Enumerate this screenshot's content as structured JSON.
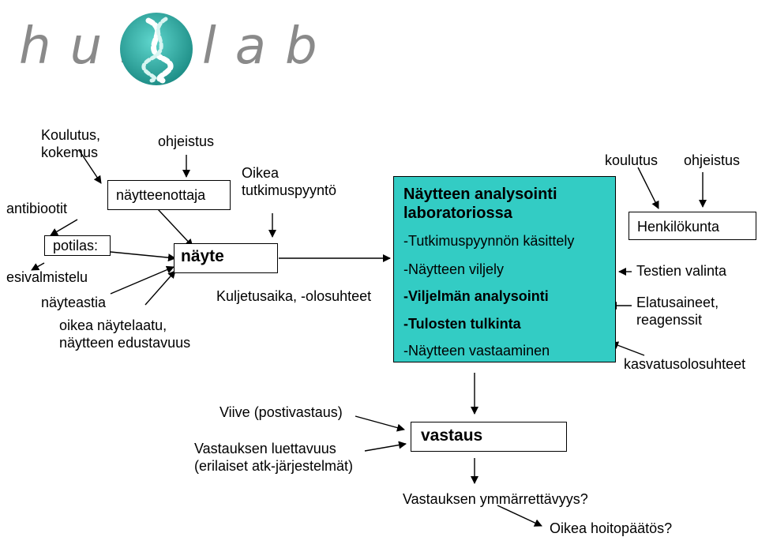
{
  "logo": {
    "left_text": "hus",
    "right_text": "lab"
  },
  "left": {
    "koulutus_kokemus": [
      "Koulutus,",
      "kokemus"
    ],
    "ohjeistus": "ohjeistus",
    "antibiootit": "antibiootit",
    "naytteenottaja": "näytteenottaja",
    "potilas": "potilas:",
    "nayte": "näyte",
    "esivalmistelu": "esivalmistelu",
    "nayteastia": "näyteastia",
    "oikea_naytelaatu": [
      "oikea näytelaatu,",
      "näytteen edustavuus"
    ]
  },
  "middle": {
    "oikea_tutkimuspyynto": [
      "Oikea",
      "tutkimuspyyntö"
    ],
    "kuljetusaika": "Kuljetusaika, -olosuhteet"
  },
  "lab": {
    "title": [
      "Näytteen analysointi",
      "laboratoriossa"
    ],
    "items": [
      {
        "text": "-Tutkimuspyynnön käsittely",
        "bold": false
      },
      {
        "text": "-Näytteen viljely",
        "bold": false
      },
      {
        "text": "-Viljelmän analysointi",
        "bold": true
      },
      {
        "text": "-Tulosten tulkinta",
        "bold": true
      },
      {
        "text": "-Näytteen vastaaminen",
        "bold": false
      }
    ]
  },
  "right": {
    "koulutus": "koulutus",
    "ohjeistus": "ohjeistus",
    "henkilokunta": "Henkilökunta",
    "testien_valinta": "Testien valinta",
    "elatusaineet": [
      "Elatusaineet,",
      "reagenssit"
    ],
    "kasvatusolosuhteet": "kasvatusolosuhteet"
  },
  "bottom": {
    "viive": "Viive (postivastaus)",
    "luettavuus": [
      "Vastauksen luettavuus",
      "(erilaiset atk-järjestelmät)"
    ],
    "vastaus": "vastaus",
    "ymmarrettavyys": "Vastauksen ymmärrettävyys?",
    "hoitopaatos": "Oikea hoitopäätös?"
  },
  "colors": {
    "lab_box": "#33ccc4",
    "logo_text": "#8a8a8a",
    "logo_circle": "#2aa9a0"
  }
}
